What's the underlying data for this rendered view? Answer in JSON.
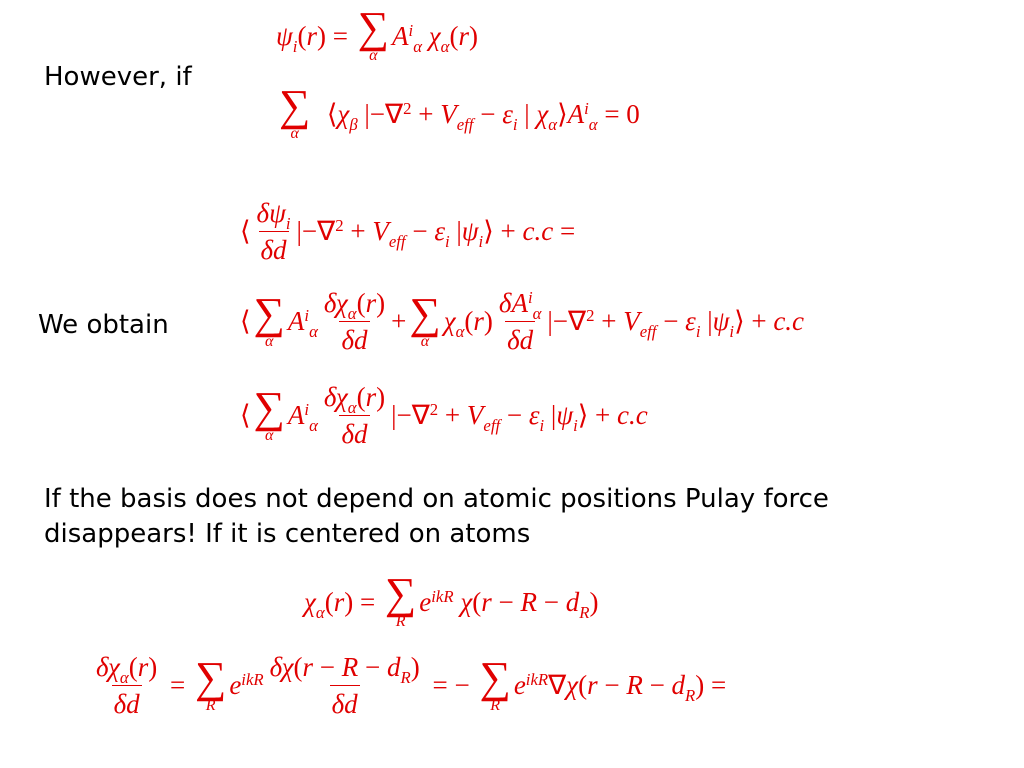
{
  "text": {
    "however_if": "However, if",
    "we_obtain": "We obtain",
    "basis_note": "If the basis does not depend on atomic positions Pulay force disappears! If it is centered on atoms"
  },
  "equations": {
    "expansion": "ψi(r) = Σα Aiα χα(r)",
    "secular": "Σα ⟨χβ |−∇² + Veff − εi | χα⟩ Aiα = 0",
    "derivative": "⟨δψi/δd |−∇² + Veff − εi |ψi⟩ + c.c =",
    "expanded": "⟨Σα Aiα δχα(r)/δd + Σα χα(r) δAiα/δd |−∇² + Veff − εi |ψi⟩ + c.c",
    "pulay": "⟨Σα Aiα δχα(r)/δd |−∇² + Veff − εi |ψi⟩ + c.c",
    "bloch_basis": "χα(r) = ΣR e^ikR χ(r − R − dR)",
    "basis_derivative": "δχα(r)/δd = ΣR e^ikR δχ(r − R − dR)/δd = −ΣR e^ikR ∇χ(r − R − dR) ="
  },
  "colors": {
    "text": "#000000",
    "math": "#e00000",
    "background": "#ffffff"
  }
}
